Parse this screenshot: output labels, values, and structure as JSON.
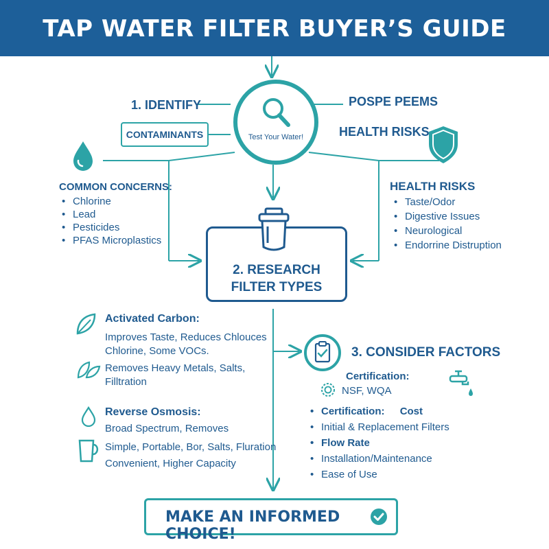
{
  "title": "TAP WATER FILTER BUYER’S GUIDE",
  "step1": {
    "label": "1. IDENTIFY",
    "box": "CONTAMINANTS",
    "circle_text": "Test Your Water!"
  },
  "top_right": {
    "line1": "POSPE PEEMS",
    "line2": "HEALTH RISKS"
  },
  "common_concerns": {
    "heading": "COMMON CONCERNS:",
    "items": [
      "Chlorine",
      "Lead",
      "Pesticides",
      "PFAS Microplastics"
    ]
  },
  "health_risks": {
    "heading": "HEALTH RISKS",
    "items": [
      "Taste/Odor",
      "Digestive Issues",
      "Neurological",
      "Endorrine Distruption"
    ]
  },
  "step2": {
    "line1": "2. RESEARCH",
    "line2": "FILTER TYPES"
  },
  "filters": {
    "activated_carbon_heading": "Activated Carbon:",
    "activated_carbon_lines": [
      "Improves Taste, Reduces Chlouces",
      "Chlorine, Some VOCs."
    ],
    "heavy_metals_lines": [
      "Removes Heavy Metals, Salts,",
      "Filltration"
    ],
    "ro_heading": "Reverse Osmosis:",
    "ro_lines": [
      "Broad Spectrum, Removes"
    ],
    "pitcher_lines": [
      "Simple, Portable, Bor, Salts, Fluration",
      "Convenient, Higher Capacity"
    ]
  },
  "step3": {
    "heading": "3. CONSIDER FACTORS",
    "cert_heading": "Certification:",
    "cert_value": "NSF, WQA",
    "items": [
      {
        "label": "Certification:",
        "extra": "Cost",
        "bold": true
      },
      {
        "label": "Initial & Replacement Filters",
        "extra": "",
        "bold": false
      },
      {
        "label": "Flow Rate",
        "extra": "",
        "bold": true
      },
      {
        "label": "Installation/Maintenance",
        "extra": "",
        "bold": false
      },
      {
        "label": "Ease of Use",
        "extra": "",
        "bold": false
      }
    ]
  },
  "final": {
    "label": "MAKE AN INFORMED CHOICE!"
  },
  "colors": {
    "navy": "#1f5a8f",
    "teal": "#2ca3a6",
    "banner": "#1d5f99"
  }
}
